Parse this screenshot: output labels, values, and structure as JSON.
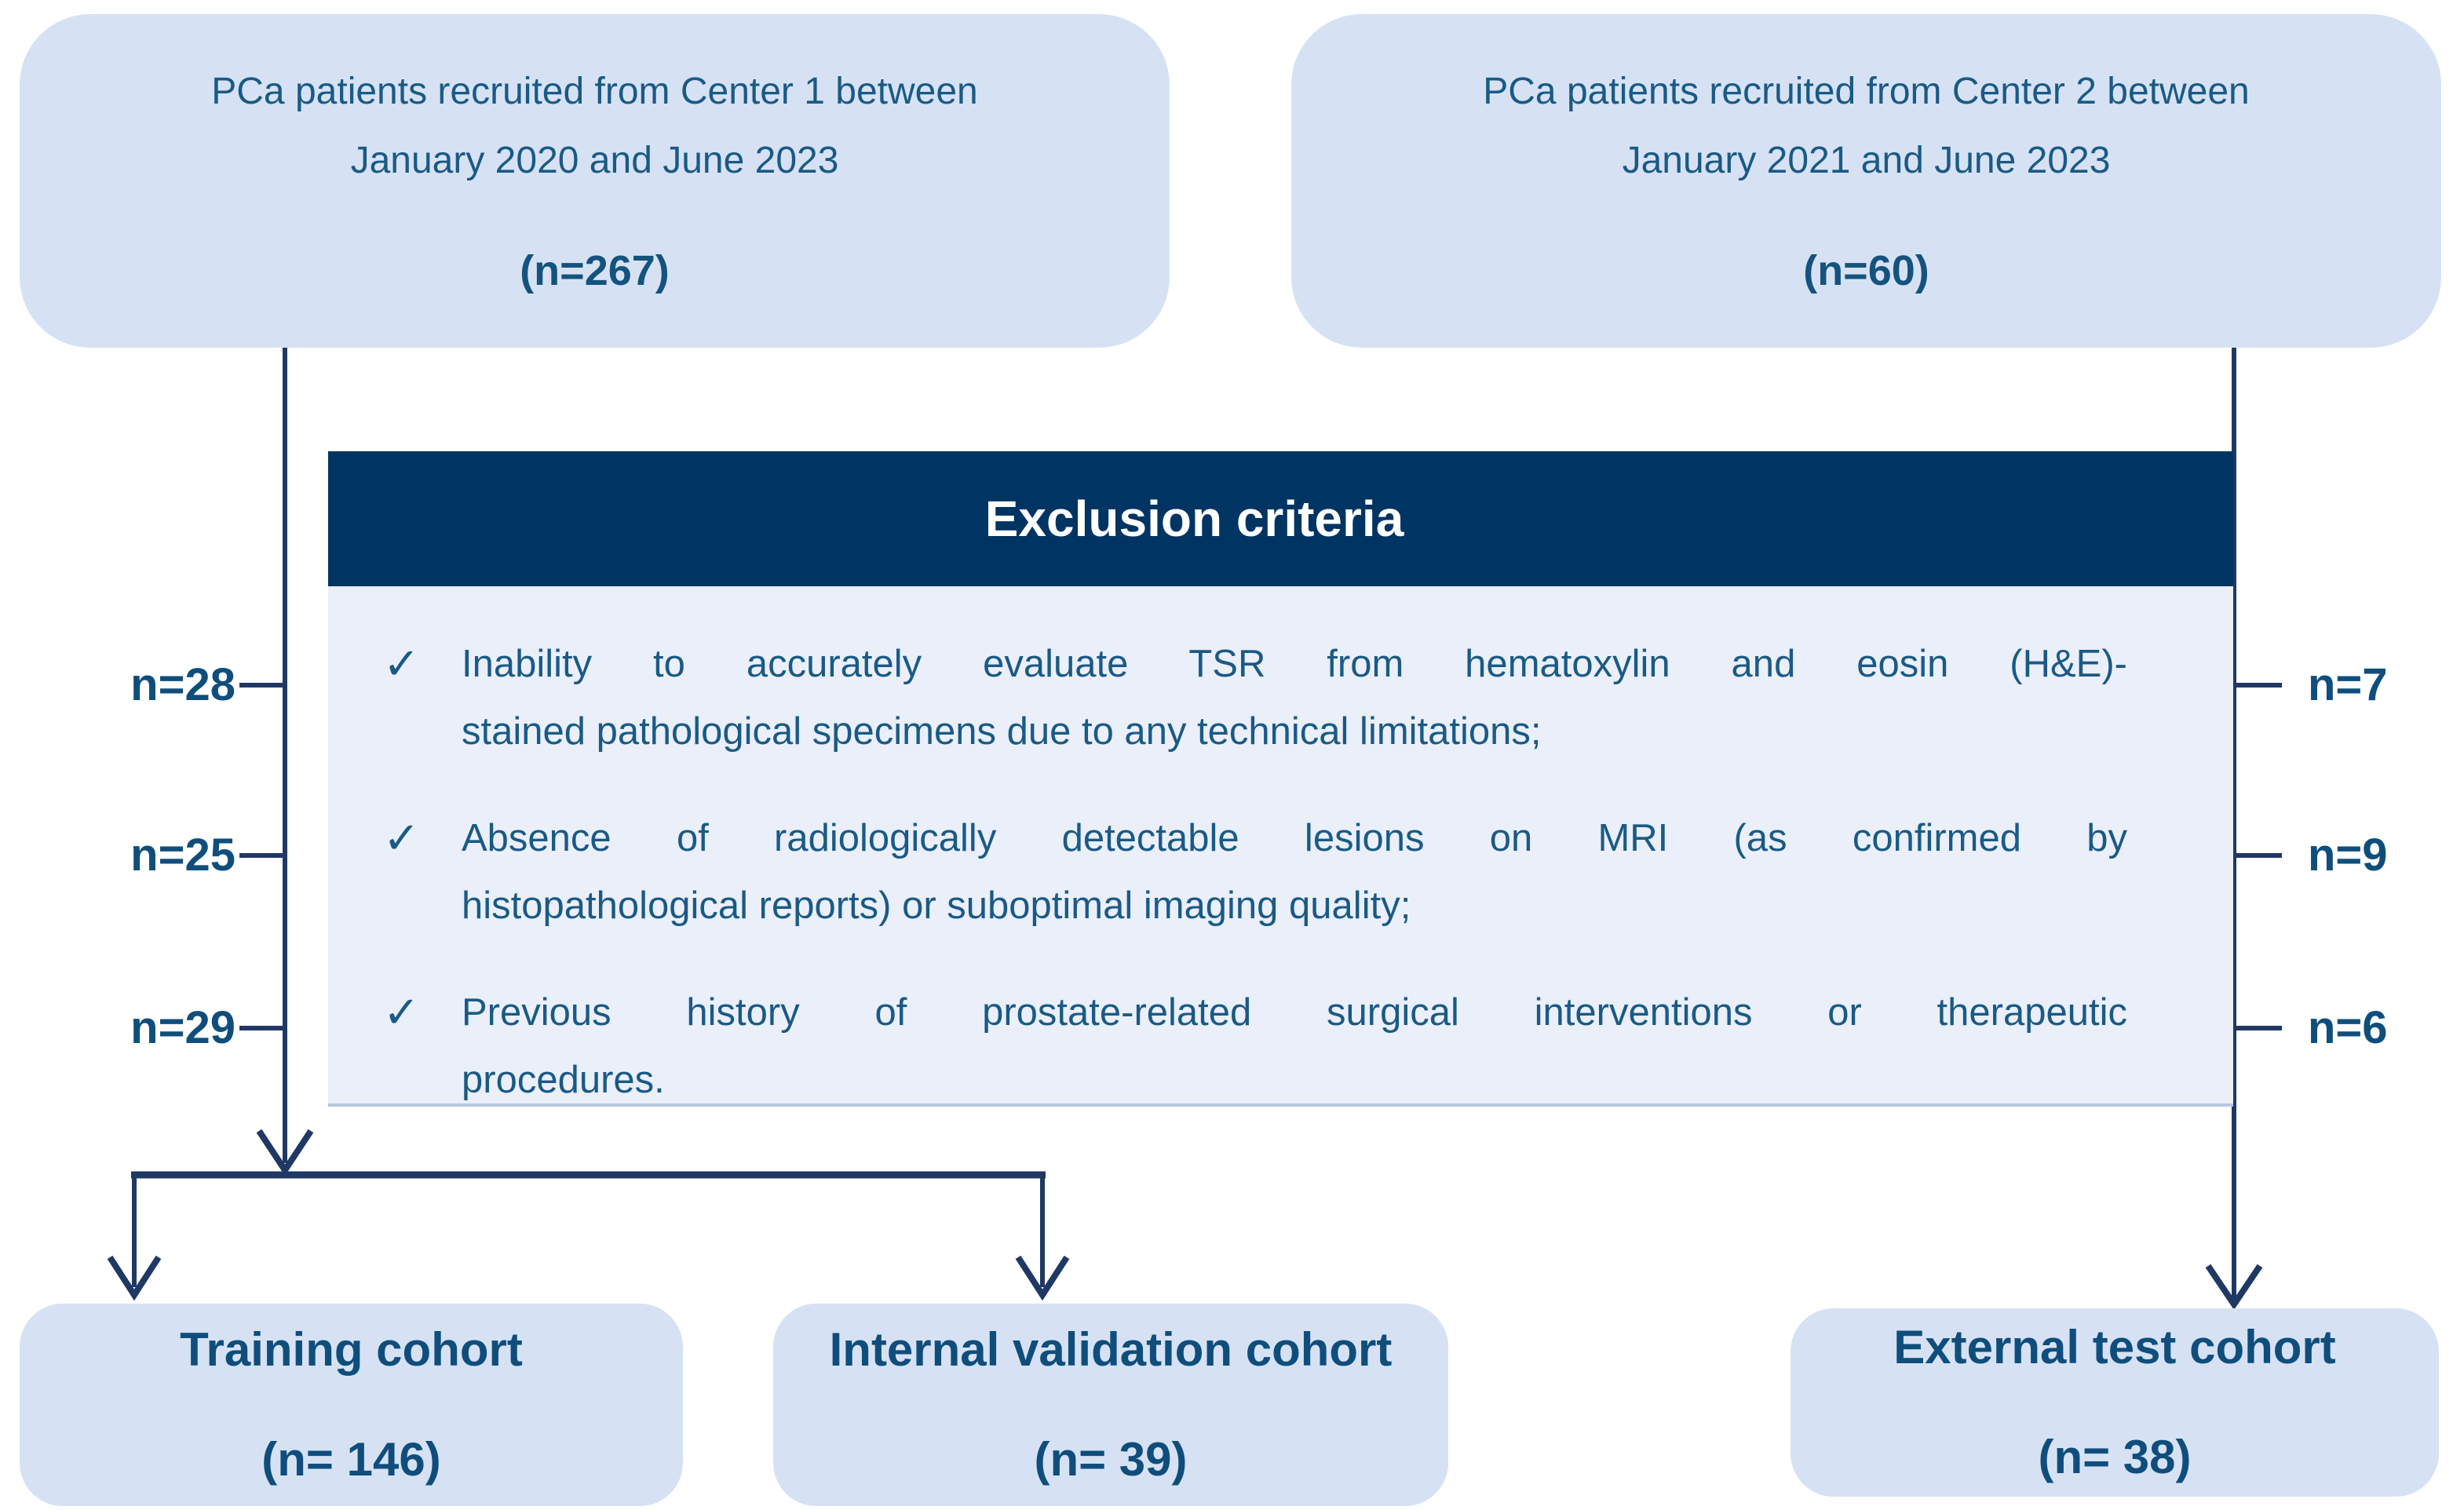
{
  "figure": {
    "type": "patient-recruitment-flowchart",
    "colors": {
      "box_fill": "#d6e2f4",
      "panel_fill": "#eaeffa",
      "header_fill": "#003462",
      "header_text": "#ffffff",
      "body_text": "#1a5a85",
      "bold_text": "#0f4e7c",
      "connector": "#1f3864"
    }
  },
  "top_boxes": [
    {
      "line1": "PCa patients recruited from Center 1 between",
      "line2": "January 2020 and June 2023",
      "count": "(n=267)"
    },
    {
      "line1": "PCa patients recruited from Center 2 between",
      "line2": "January 2021 and June 2023",
      "count": "(n=60)"
    }
  ],
  "exclusion": {
    "title": "Exclusion criteria",
    "check_glyph": "✓",
    "items": [
      {
        "line1": "Inability to accurately evaluate TSR from hematoxylin and eosin (H&E)-",
        "line2": "stained pathological specimens due to any technical limitations;"
      },
      {
        "line1": "Absence of radiologically detectable lesions on MRI (as confirmed by",
        "line2": "histopathological reports) or suboptimal imaging quality;"
      },
      {
        "line1": "Previous history of prostate-related surgical interventions or therapeutic",
        "line2": "procedures."
      }
    ]
  },
  "left_exclusions": [
    {
      "label": "n=28"
    },
    {
      "label": "n=25"
    },
    {
      "label": "n=29"
    }
  ],
  "right_exclusions": [
    {
      "label": "n=7"
    },
    {
      "label": "n=9"
    },
    {
      "label": "n=6"
    }
  ],
  "bottom_boxes": [
    {
      "title": "Training cohort",
      "count": "(n= 146)"
    },
    {
      "title": "Internal validation cohort",
      "count": "(n= 39)"
    },
    {
      "title": "External test cohort",
      "count": "(n= 38)"
    }
  ]
}
